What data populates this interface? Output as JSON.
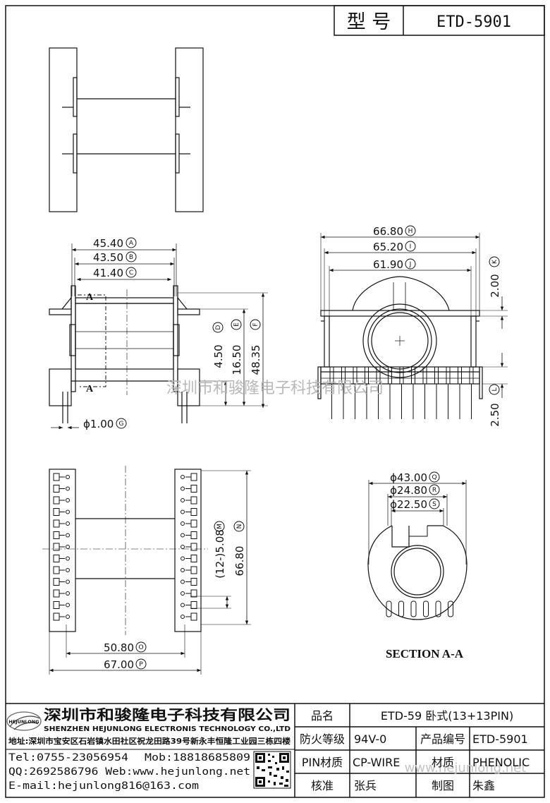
{
  "title_block": {
    "model_label": "型 号",
    "model_value": "ETD-5901"
  },
  "dimensions": {
    "A": "45.40",
    "B": "43.50",
    "C": "41.40",
    "D": "4.50",
    "E": "16.50",
    "F": "48.35",
    "G": "ϕ1.00",
    "H": "66.80",
    "I": "65.20",
    "J": "61.90",
    "K": "2.00",
    "L": "2.50",
    "M": "(12-)5.08",
    "N": "66.80",
    "O": "50.80",
    "P": "67.00",
    "Q": "ϕ43.00",
    "R": "ϕ24.80",
    "S": "ϕ22.50"
  },
  "circled": {
    "A": "A",
    "B": "B",
    "C": "C",
    "D": "D",
    "E": "E",
    "F": "F",
    "G": "G",
    "H": "H",
    "I": "I",
    "J": "J",
    "K": "K",
    "L": "L",
    "M": "M",
    "N": "N",
    "O": "O",
    "P": "P",
    "Q": "Q",
    "R": "R",
    "S": "S"
  },
  "section": {
    "marker": "A",
    "caption": "SECTION A-A"
  },
  "watermark": {
    "center": "深圳市和骏隆电子科技有限公司",
    "corner": "www.hejunlong.net"
  },
  "company": {
    "logo_text": "HEJUNLONG",
    "name_cn": "深圳市和骏隆电子科技有限公司",
    "name_en": "SHENZHEN HEJUNLONG ELECTRONIS TECHNOLOGY CO.,LTD",
    "address": "地址:深圳市宝安区石岩镇水田社区祝龙田路39号新永丰恒隆工业园三栋四楼",
    "tel": "Tel:0755-23056954",
    "mob": "Mob:18818685809",
    "qq_web": "QQ:2692586796 Web:www.hejunlong.net",
    "email": "E-mail:hejunlong816@163.com"
  },
  "info_table": {
    "name_label": "品名",
    "name_value": "ETD-59 卧式(13+13PIN)",
    "fire_label": "防火等级",
    "fire_value": "94V-0",
    "code_label": "产品编号",
    "code_value": "ETD-5901",
    "pin_label": "PIN材质",
    "pin_value": "CP-WIRE",
    "material_label": "材质",
    "material_value": "PHENOLIC",
    "check_label": "核准",
    "check_value": "张兵",
    "draw_label": "制图",
    "draw_value": "朱鑫"
  }
}
